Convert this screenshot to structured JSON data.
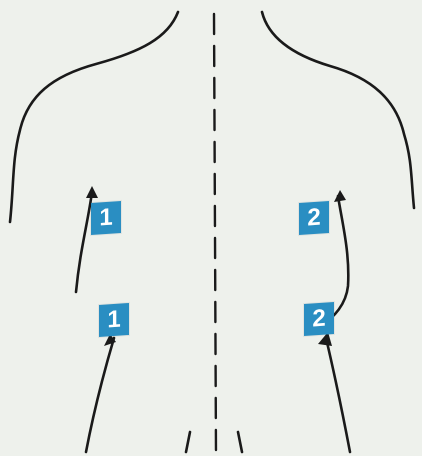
{
  "colors": {
    "background": "#eef1ec",
    "outline": "#1a1a1a",
    "marker": "#2a8ec2",
    "marker_text": "#ffffff"
  },
  "markers": {
    "left_upper": "1",
    "left_lower": "1",
    "right_upper": "2",
    "right_lower": "2"
  }
}
